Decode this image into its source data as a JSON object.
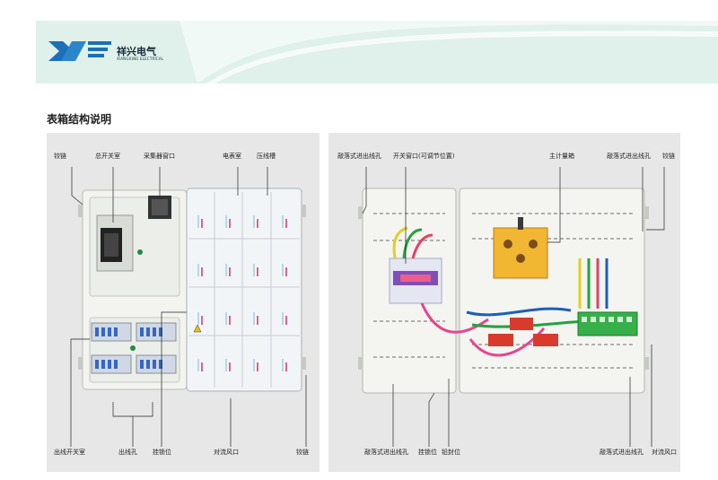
{
  "brand": {
    "name_cn": "祥兴电气",
    "name_en": "XIANGXING ELECTRICAL"
  },
  "section_title": "表箱结构说明",
  "left_panel": {
    "labels": {
      "hinge_left": "铰链",
      "main_switch_room": "总开关室",
      "collector_window": "采集器窗口",
      "meter_room": "电表室",
      "wire_slot": "压线槽",
      "outlet_switch_room": "出线开关室",
      "outlet_holes": "出线孔",
      "lock_position": "挂锁位",
      "convection_vent": "对流风口",
      "hinge_right": "铰链"
    }
  },
  "right_panel": {
    "labels": {
      "knockout_top_left": "敲落式进出线孔",
      "switch_window": "开关窗口(可调节位置)",
      "main_meter_box": "主计量箱",
      "knockout_top_right": "敲落式进出线孔",
      "hinge": "铰链",
      "knockout_bottom_left": "敲落式进出线孔",
      "lock_position": "挂锁位",
      "lead_seal": "铅封位",
      "knockout_bottom_right": "敲落式进出线孔",
      "convection_vent": "对流风口"
    }
  },
  "colors": {
    "banner": "#dff1ea",
    "panel": "#e7e7e7",
    "logo_blue": "#1e6fb5"
  }
}
